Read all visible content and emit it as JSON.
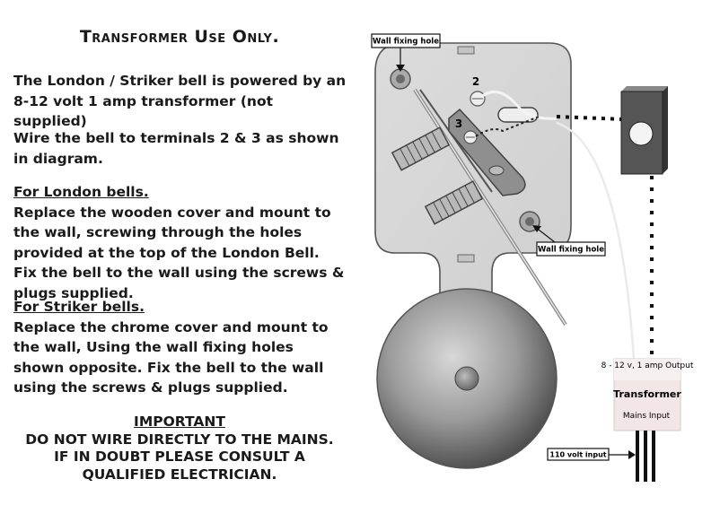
{
  "instructions": {
    "title": "Transformer Use Only.",
    "intro": "The London / Striker bell is powered by an 8-12  volt 1 amp transformer (not supplied)",
    "wiring": "Wire the bell to terminals 2 & 3 as shown in diagram.",
    "london_heading": "For London bells.",
    "london_text": "Replace the wooden cover and mount to the wall, screwing through the holes provided at the top of the London Bell. Fix the bell to the wall using the screws & plugs supplied.",
    "striker_heading": "For Striker bells.",
    "striker_text": "Replace the chrome cover and mount to the wall, Using the wall fixing holes shown opposite. Fix the bell to the wall using the screws & plugs supplied.",
    "important_heading": "IMPORTANT",
    "warning_line1": "DO NOT WIRE DIRECTLY TO THE MAINS.",
    "warning_line2": "IF IN DOUBT PLEASE CONSULT A",
    "warning_line3": "QUALIFIED ELECTRICIAN."
  },
  "diagram": {
    "wall_fixing_hole_top": "Wall fixing hole",
    "wall_fixing_hole_right": "Wall fixing hole",
    "terminal_2": "2",
    "terminal_3": "3",
    "transformer_output": "8 - 12 v, 1 amp Output",
    "transformer_title": "Transformer",
    "mains_input": "Mains Input",
    "input_label": "110 volt input"
  }
}
